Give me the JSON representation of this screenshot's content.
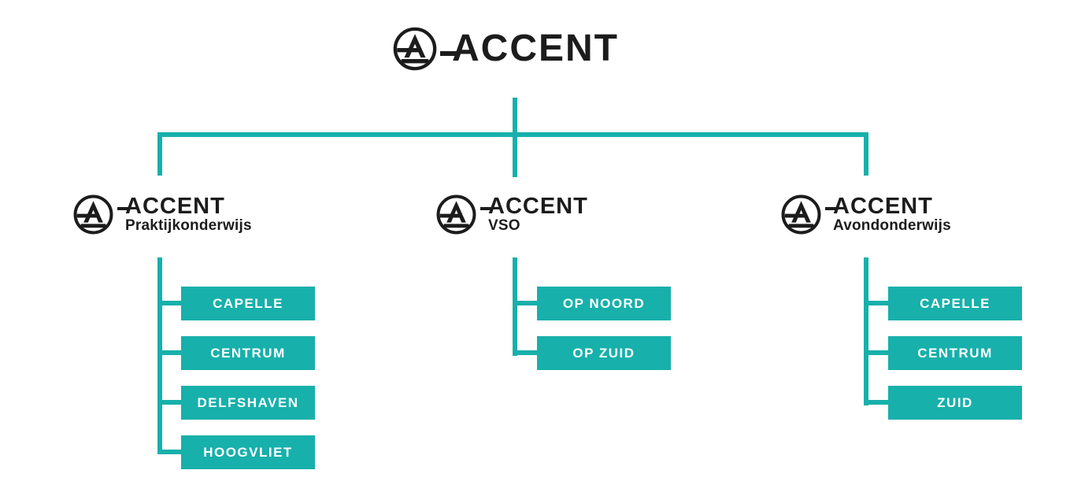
{
  "colors": {
    "teal": "#17b0ab",
    "ink": "#1c1c1c",
    "box_text": "#ffffff",
    "background": "#ffffff"
  },
  "root": {
    "name": "ACCENT",
    "logo_icon": "accent-circle-a-logo"
  },
  "branches": [
    {
      "name": "ACCENT",
      "subtitle": "Praktijkonderwijs",
      "children": [
        "CAPELLE",
        "CENTRUM",
        "DELFSHAVEN",
        "HOOGVLIET"
      ]
    },
    {
      "name": "ACCENT",
      "subtitle": "VSO",
      "children": [
        "OP NOORD",
        "OP ZUID"
      ]
    },
    {
      "name": "ACCENT",
      "subtitle": "Avondonderwijs",
      "children": [
        "CAPELLE",
        "CENTRUM",
        "ZUID"
      ]
    }
  ]
}
